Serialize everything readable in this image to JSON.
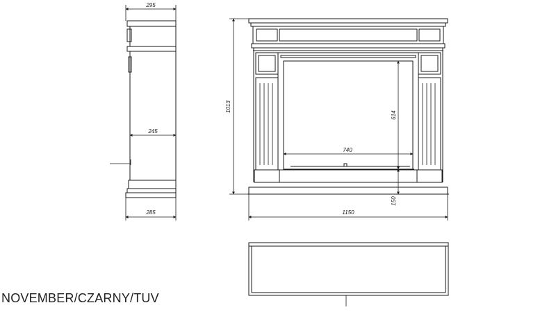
{
  "dimensions": {
    "side_depth_top": "295",
    "side_inner_depth": "245",
    "side_base_depth": "285",
    "front_height": "1013",
    "opening_height": "614",
    "opening_width": "740",
    "plinth_height": "150",
    "front_width": "1150"
  },
  "caption": "NOVEMBER/CZARNY/TUV",
  "colors": {
    "line": "#1a1a1a",
    "background": "#ffffff"
  }
}
